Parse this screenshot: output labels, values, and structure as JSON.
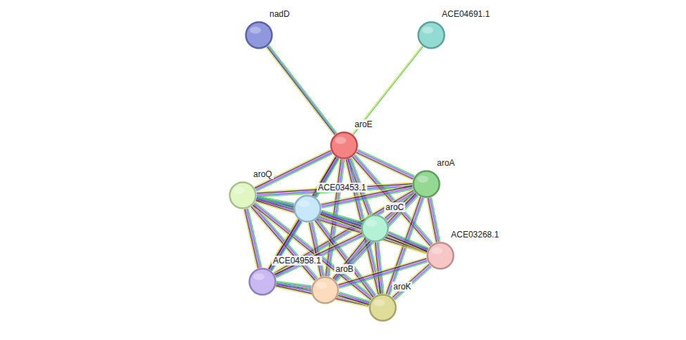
{
  "diagram": {
    "nodes": [
      {
        "text": [
          "nadD"
        ]
      },
      {
        "text": [
          "ACE04691.1"
        ]
      },
      {
        "text": [
          "aroE"
        ]
      },
      {
        "text": [
          "aroA"
        ]
      },
      {
        "text": [
          "aroQ"
        ]
      },
      {
        "text": [
          "ACE03453.1"
        ]
      },
      {
        "text": [
          "aroC"
        ]
      },
      {
        "text": [
          "ACE03268.1"
        ]
      },
      {
        "text": [
          "ACE04958.1"
        ]
      },
      {
        "text": [
          "aroB"
        ]
      },
      {
        "text": [
          "aroK"
        ]
      }
    ],
    "edges": [
      {
        "from": 0,
        "to": 2,
        "arrow": "none"
      },
      {
        "from": 1,
        "to": 2,
        "arrow": "none"
      },
      {
        "from": 2,
        "to": 3,
        "arrow": "none"
      },
      {
        "from": 2,
        "to": 4,
        "arrow": "none"
      },
      {
        "from": 2,
        "to": 5,
        "arrow": "none"
      },
      {
        "from": 2,
        "to": 6,
        "arrow": "none"
      },
      {
        "from": 2,
        "to": 7,
        "arrow": "none"
      },
      {
        "from": 2,
        "to": 8,
        "arrow": "none"
      },
      {
        "from": 2,
        "to": 9,
        "arrow": "none"
      },
      {
        "from": 2,
        "to": 10,
        "arrow": "none"
      },
      {
        "from": 3,
        "to": 4,
        "arrow": "none"
      },
      {
        "from": 3,
        "to": 5,
        "arrow": "none"
      },
      {
        "from": 3,
        "to": 6,
        "arrow": "none"
      },
      {
        "from": 3,
        "to": 7,
        "arrow": "none"
      },
      {
        "from": 3,
        "to": 8,
        "arrow": "none"
      },
      {
        "from": 3,
        "to": 9,
        "arrow": "none"
      },
      {
        "from": 3,
        "to": 10,
        "arrow": "none"
      },
      {
        "from": 4,
        "to": 5,
        "arrow": "none"
      },
      {
        "from": 4,
        "to": 6,
        "arrow": "none"
      },
      {
        "from": 4,
        "to": 7,
        "arrow": "none"
      },
      {
        "from": 4,
        "to": 8,
        "arrow": "none"
      },
      {
        "from": 4,
        "to": 9,
        "arrow": "none"
      },
      {
        "from": 4,
        "to": 10,
        "arrow": "none"
      },
      {
        "from": 5,
        "to": 6,
        "arrow": "none"
      },
      {
        "from": 5,
        "to": 7,
        "arrow": "none"
      },
      {
        "from": 5,
        "to": 8,
        "arrow": "none"
      },
      {
        "from": 5,
        "to": 9,
        "arrow": "none"
      },
      {
        "from": 5,
        "to": 10,
        "arrow": "none"
      },
      {
        "from": 6,
        "to": 7,
        "arrow": "none"
      },
      {
        "from": 6,
        "to": 8,
        "arrow": "none"
      },
      {
        "from": 6,
        "to": 9,
        "arrow": "none"
      },
      {
        "from": 6,
        "to": 10,
        "arrow": "none"
      },
      {
        "from": 7,
        "to": 9,
        "arrow": "none"
      },
      {
        "from": 7,
        "to": 10,
        "arrow": "none"
      },
      {
        "from": 8,
        "to": 9,
        "arrow": "none"
      },
      {
        "from": 8,
        "to": 10,
        "arrow": "none"
      },
      {
        "from": 9,
        "to": 10,
        "arrow": "none"
      }
    ]
  }
}
